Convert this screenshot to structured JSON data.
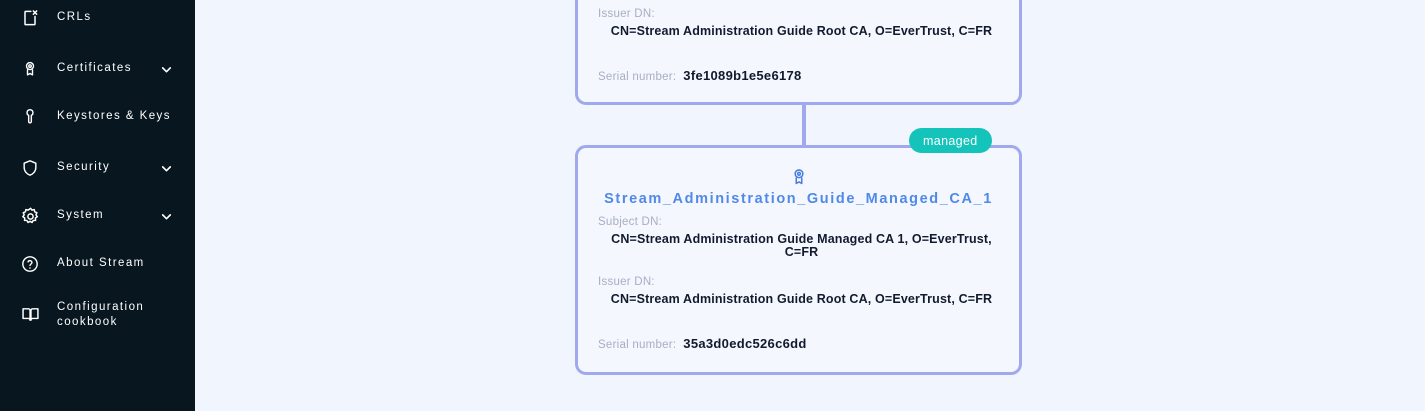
{
  "sidebar": {
    "background_color": "#07161f",
    "items": [
      {
        "id": "crls",
        "label": "CRLs",
        "icon": "document-x-icon",
        "has_chevron": false
      },
      {
        "id": "certificates",
        "label": "Certificates",
        "icon": "award-icon",
        "has_chevron": true
      },
      {
        "id": "keystores-keys",
        "label": "Keystores & Keys",
        "icon": "key-icon",
        "has_chevron": false
      },
      {
        "id": "security",
        "label": "Security",
        "icon": "shield-icon",
        "has_chevron": true
      },
      {
        "id": "system",
        "label": "System",
        "icon": "gear-icon",
        "has_chevron": true
      },
      {
        "id": "about-stream",
        "label": "About Stream",
        "icon": "question-circle-icon",
        "has_chevron": false
      },
      {
        "id": "configuration-cookbook",
        "label": "Configuration\ncookbook",
        "icon": "book-icon",
        "has_chevron": false
      }
    ]
  },
  "main": {
    "background_color": "#f1f5fd",
    "accent_border_color": "#a0a8ef",
    "title_color": "#5089e8",
    "badge_color": "#14c4bb",
    "cards": [
      {
        "id": "root-ca",
        "issuer_label": "Issuer DN:",
        "issuer_value": "CN=Stream Administration Guide Root CA, O=EverTrust, C=FR",
        "serial_label": "Serial number:",
        "serial_value": "3fe1089b1e5e6178"
      },
      {
        "id": "managed-ca-1",
        "badge": "managed",
        "icon": "award-icon",
        "title": "Stream_Administration_Guide_Managed_CA_1",
        "subject_label": "Subject DN:",
        "subject_value": "CN=Stream Administration Guide Managed CA 1, O=EverTrust, C=FR",
        "issuer_label": "Issuer DN:",
        "issuer_value": "CN=Stream Administration Guide Root CA, O=EverTrust, C=FR",
        "serial_label": "Serial number:",
        "serial_value": "35a3d0edc526c6dd"
      }
    ]
  }
}
